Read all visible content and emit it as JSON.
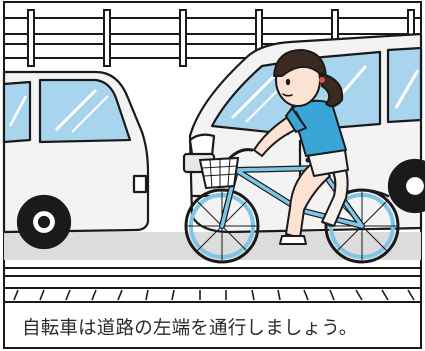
{
  "caption": "自転車は道路の左端を通行しましょう。",
  "colors": {
    "frame": "#1a1a1a",
    "car_body": "#f2f2f2",
    "car_window": "#a9d4ee",
    "road_shadow": "#d9d9d9",
    "bike_frame": "#7ec6e8",
    "shirt": "#3aa6d8",
    "skin": "#fbe2d2",
    "hair": "#3b2a20",
    "wheel": "#1a1a1a",
    "basket": "#ffffff"
  },
  "icons": [
    "guardrail",
    "van",
    "car",
    "cyclist",
    "bicycle",
    "basket",
    "road-edge-line"
  ]
}
